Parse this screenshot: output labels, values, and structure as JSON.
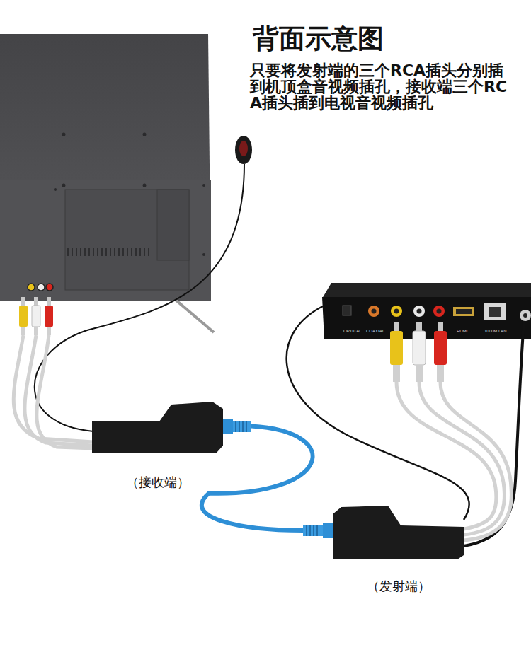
{
  "diagram": {
    "title": "背面示意图",
    "caption": "只要将发射端的三个RCA插头分别插到机顶盒音视频插孔，接收端三个RCA插头插到电视音视频插孔",
    "nodes": [
      {
        "text": [
          "（接收端）"
        ]
      },
      {
        "text": [
          "（发射端）"
        ]
      }
    ],
    "edges": [
      {
        "from": 0,
        "to": 1,
        "arrow": "none"
      }
    ],
    "labels": [
      "OPTICAL",
      "COAXIAL",
      "HDMI",
      "1000M LAN"
    ]
  }
}
